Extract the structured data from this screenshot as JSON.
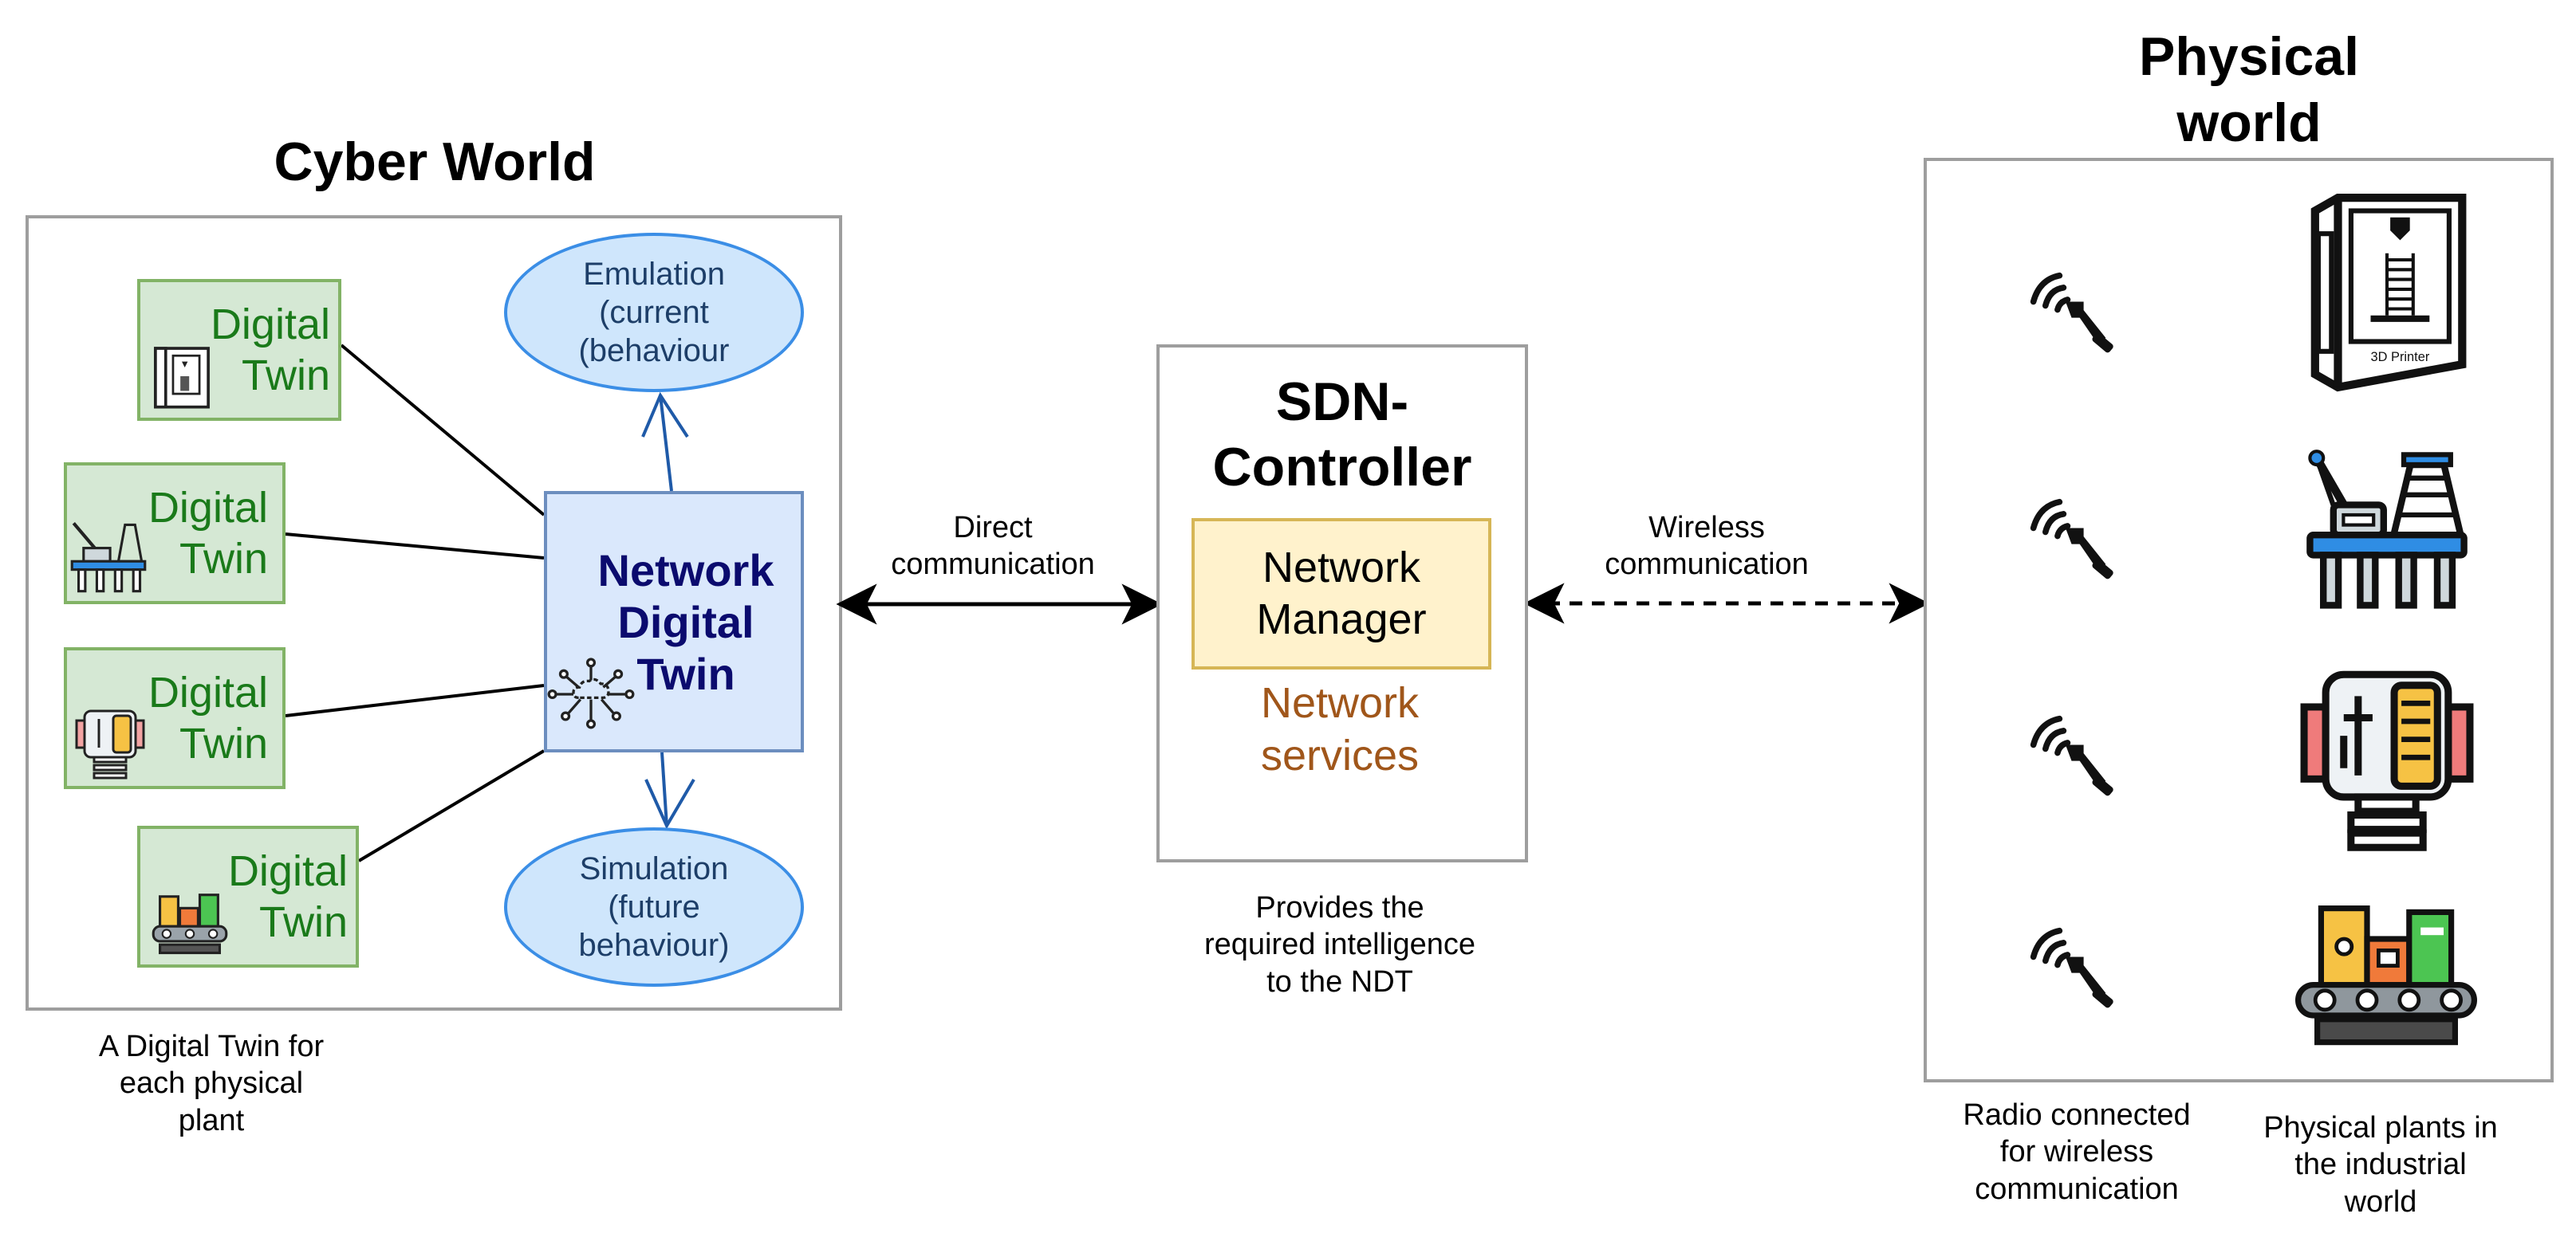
{
  "cyber_world": {
    "title": "Cyber World",
    "digital_twin_label": "Digital Twin",
    "network_digital_twin": "Network Digital Twin",
    "emulation": "Emulation (current (behaviour",
    "simulation": "Simulation (future behaviour)",
    "caption": "A Digital Twin for each physical plant"
  },
  "sdn": {
    "title": "SDN-Controller",
    "network_manager": "Network Manager",
    "network_services": "Network services",
    "caption": "Provides the required intelligence to the NDT"
  },
  "links": {
    "direct": "Direct communication",
    "wireless": "Wireless communication"
  },
  "physical_world": {
    "title": "Physical world",
    "printer_text": "3D Printer",
    "radio_caption": "Radio connected for wireless communication",
    "plants_caption": "Physical plants in the industrial world"
  },
  "icons": [
    "3d-printer-icon",
    "oil-rig-icon",
    "generator-icon",
    "conveyor-icon",
    "radio-antenna-icon",
    "cloud-network-icon"
  ],
  "colors": {
    "dt_fill": "#d5e8d4",
    "dt_border": "#82b366",
    "dt_text": "#1a7a1a",
    "ndt_fill": "#dae8fc",
    "ndt_border": "#6c8ebf",
    "ndt_text": "#0b0b6e",
    "ellipse_fill": "#cfe6fc",
    "ellipse_border": "#3b8ee6",
    "nm_fill": "#fff2cc",
    "nm_border": "#d6b656",
    "ns_text": "#a0561a",
    "frame_border": "#9e9e9e"
  }
}
